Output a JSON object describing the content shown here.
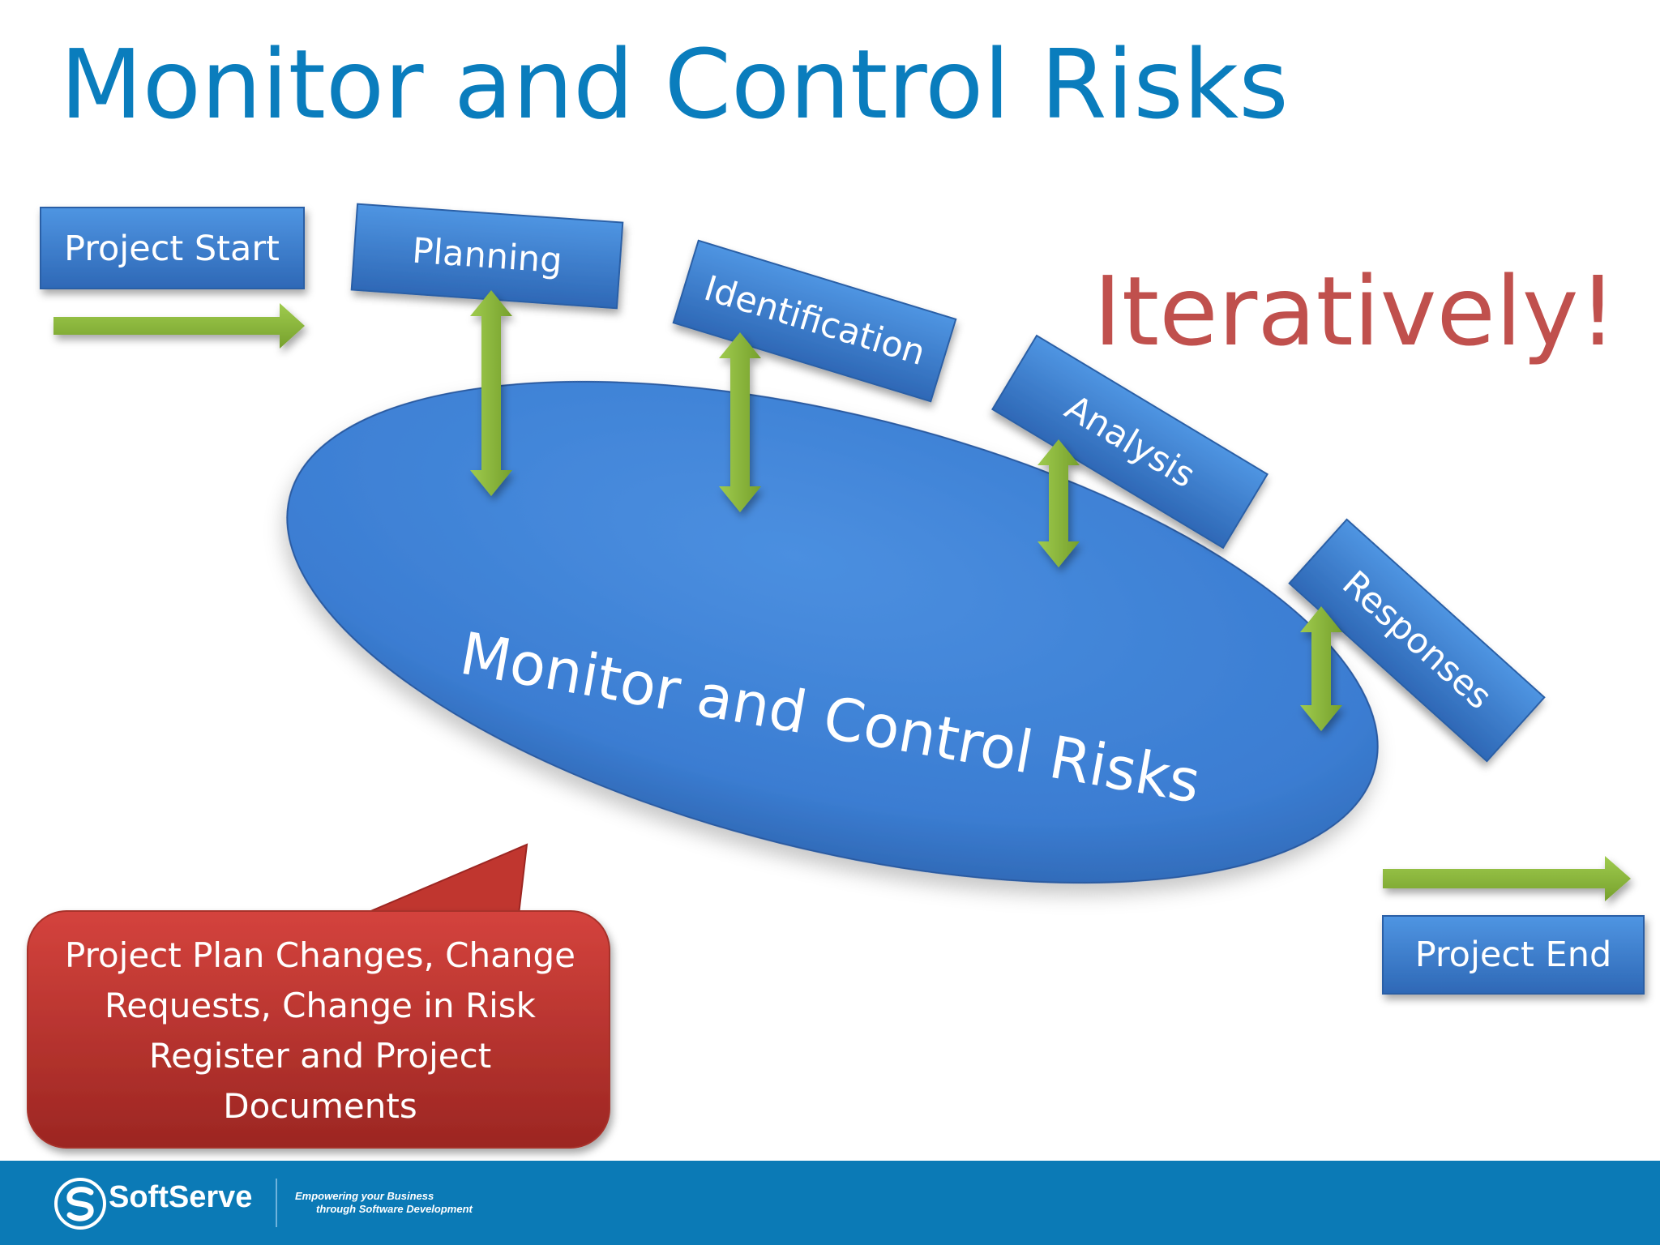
{
  "slide": {
    "title": "Monitor and Control Risks",
    "emphasis": "Iteratively!"
  },
  "diagram": {
    "start_label": "Project Start",
    "end_label": "Project End",
    "center_label": "Monitor and Control Risks",
    "steps": [
      {
        "label": "Planning"
      },
      {
        "label": "Identification"
      },
      {
        "label": "Analysis"
      },
      {
        "label": "Responses"
      }
    ],
    "callout_text": "Project Plan Changes, Change Requests, Change in Risk Register and Project Documents"
  },
  "footer": {
    "brand": "SoftServe",
    "tagline_line1": "Empowering your Business",
    "tagline_line2": "through Software Development"
  },
  "colors": {
    "title": "#0a7dbd",
    "box_blue": "#3b7fd0",
    "arrow_green": "#8bb43c",
    "callout_red": "#b83330",
    "emphasis_red": "#c0504d",
    "footer_blue": "#0b7ab6"
  },
  "icons": [
    "right-arrow-icon",
    "double-arrow-icon",
    "softserve-logo-icon"
  ]
}
